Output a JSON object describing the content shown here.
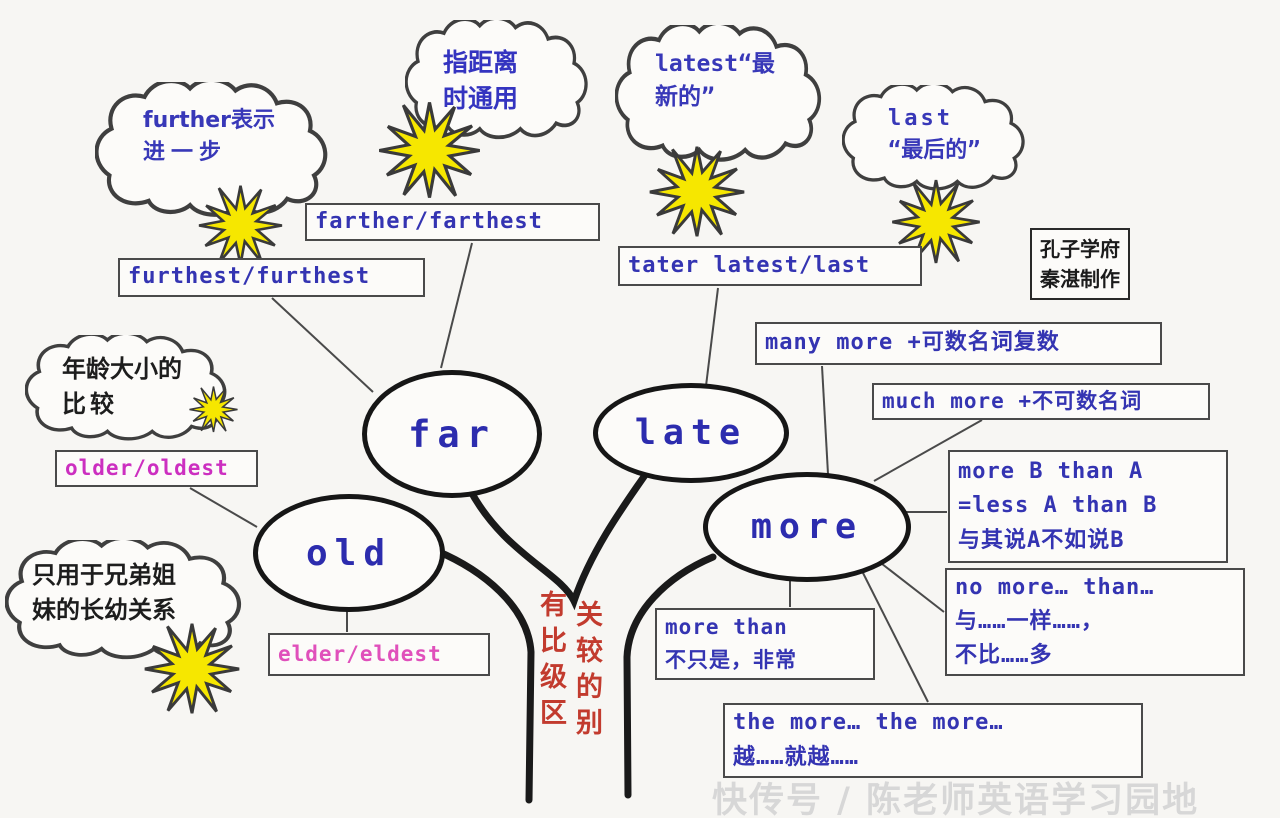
{
  "watermark": "快传号 / 陈老师英语学习园地",
  "credit": {
    "line1": "孔子学府",
    "line2": "秦湛制作"
  },
  "trunk": {
    "chars": [
      "有",
      "关",
      "比",
      "较",
      "级",
      "的",
      "区",
      "别"
    ]
  },
  "ellipses": {
    "far": "far",
    "late": "late",
    "old": "old",
    "more": "more"
  },
  "clouds": {
    "further": {
      "line1": "further表示",
      "line2": "进一步"
    },
    "distance": {
      "line1": "指距离",
      "line2": "时通用"
    },
    "latest": {
      "line1": "latest“最",
      "line2": "新的”"
    },
    "last": {
      "line1": "last",
      "line2": "“最后的”"
    },
    "age": {
      "line1": "年龄大小的",
      "line2": "比较"
    },
    "siblings": {
      "line1": "只用于兄弟姐",
      "line2": "妹的长幼关系"
    }
  },
  "boxes": {
    "farther": "farther/farthest",
    "furthest": "furthest/furthest",
    "later": "tater latest/last",
    "many_more": "many more +可数名词复数",
    "much_more": "much more +不可数名词",
    "more_b": [
      "more B than A",
      "=less A than B",
      "与其说A不如说B"
    ],
    "no_more": [
      "no more… than…",
      "与……一样……，",
      "不比……多"
    ],
    "more_than": [
      "more than",
      "不只是，非常"
    ],
    "the_more": [
      "the more… the more…",
      "越……就越……"
    ],
    "older": "older/oldest",
    "elder": "elder/eldest"
  },
  "colors": {
    "ink_blue": "#3434b2",
    "magenta": "#cc2fc0",
    "pink": "#e050bb",
    "trunk_red": "#c23b2e",
    "star_yellow": "#f6e700",
    "outline_gray": "#4a4a4a"
  }
}
